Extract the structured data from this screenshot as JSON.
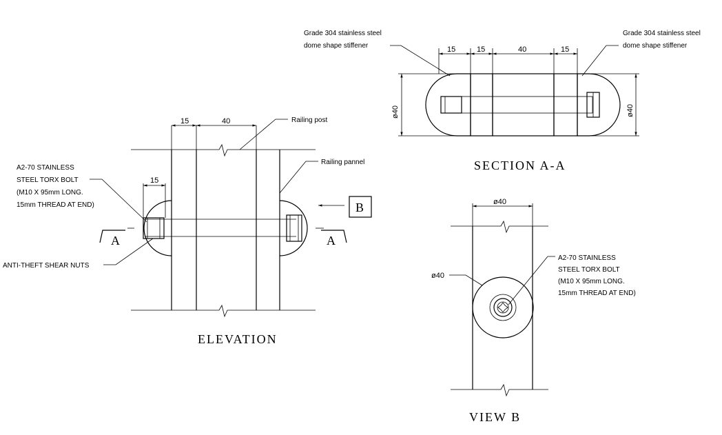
{
  "elevation": {
    "title": "ELEVATION",
    "dim_15_top": "15",
    "dim_40_top": "40",
    "dim_15_bolt": "15",
    "railing_post": "Railing post",
    "railing_panel": "Railing pannel",
    "bolt_note": [
      "A2-70 STAINLESS",
      "STEEL  TORX BOLT",
      "(M10 X 95mm  LONG.",
      "15mm  THREAD AT END)"
    ],
    "nuts_note": "ANTI-THEFT SHEAR NUTS",
    "section_mark_left": "A",
    "section_mark_right": "A",
    "view_marker": "B"
  },
  "section": {
    "title": "SECTION  A-A",
    "left_note": [
      "Grade 304 stainless steel",
      "dome shape stiffener"
    ],
    "right_note": [
      "Grade 304 stainless steel",
      "dome shape stiffener"
    ],
    "dims": [
      "15",
      "15",
      "40",
      "15"
    ],
    "dia_left": "ø40",
    "dia_right": "ø40"
  },
  "view_b": {
    "title": "VIEW  B",
    "dia_top": "ø40",
    "dia_left": "ø40",
    "bolt_note": [
      "A2-70 STAINLESS",
      "STEEL  TORX BOLT",
      "(M10 X 95mm  LONG.",
      "15mm  THREAD AT END)"
    ]
  }
}
